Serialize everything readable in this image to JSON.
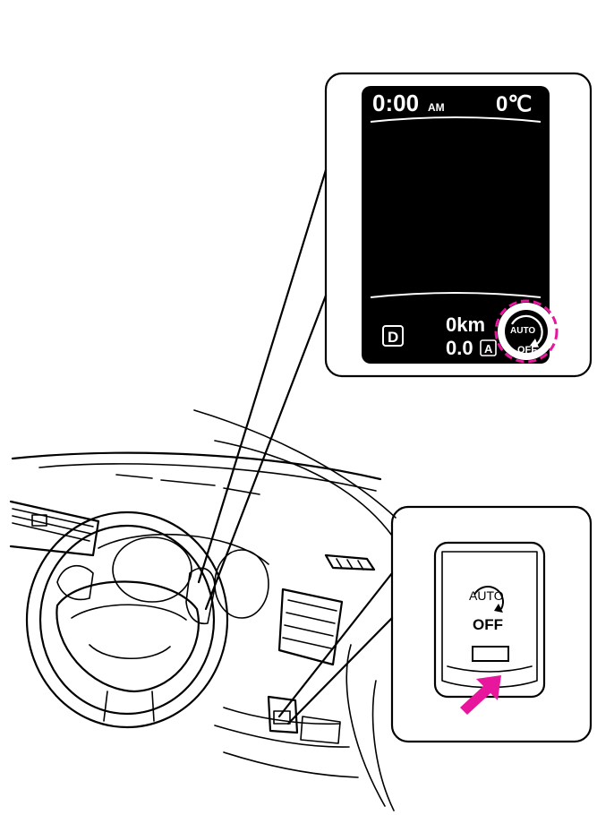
{
  "display": {
    "time": "0:00",
    "ampm": "AM",
    "temperature": "0℃",
    "gear": "D",
    "distance": "0km",
    "trip_value": "0.0",
    "trip_label": "A",
    "indicator_top": "AUTO",
    "indicator_bottom": "OFF"
  },
  "switch": {
    "label_top": "AUTO",
    "label_bottom": "OFF"
  },
  "colors": {
    "highlight": "#e8169c",
    "display_bg": "#000000",
    "display_text": "#ffffff"
  }
}
